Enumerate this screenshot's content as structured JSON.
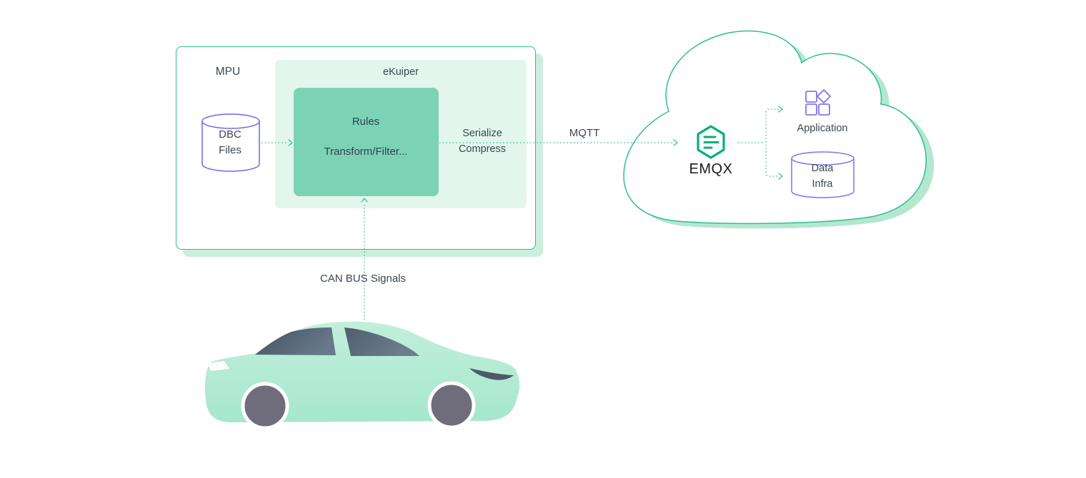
{
  "diagram": {
    "mpu": {
      "label": "MPU"
    },
    "ekuiper": {
      "label": "eKuiper"
    },
    "rules": {
      "title": "Rules",
      "subtitle": "Transform/Filter..."
    },
    "dbc_files": {
      "line1": "DBC",
      "line2": "Files"
    },
    "serialize": {
      "line1": "Serialize",
      "line2": "Compress"
    },
    "mqtt": {
      "label": "MQTT"
    },
    "emqx": {
      "label": "EMQX"
    },
    "application": {
      "label": "Application"
    },
    "data_infra": {
      "line1": "Data",
      "line2": "Infra"
    },
    "can_bus": {
      "label": "CAN BUS Signals"
    }
  },
  "icons": {
    "emqx_logo": "emqx-hexagon-logo-icon",
    "application": "app-squares-icon",
    "dbc_cylinder": "database-cylinder-icon",
    "data_infra_cylinder": "database-cylinder-icon",
    "cloud": "cloud-shape",
    "car": "car-illustration"
  },
  "colors": {
    "accent_green": "#2fbe8f",
    "ekuiper_bg": "#e3f6ee",
    "rules_fill": "#7cd2b5",
    "box_shadow_mint": "#cbeedd",
    "cloud_shadow_mint": "#b3e8cf",
    "connector_green": "#42c09b",
    "accent_purple": "#7b6cec",
    "emqx_brand_green": "#00b173",
    "text_dark": "#3c4750",
    "car_mint": "#b7ebd5",
    "window_slate": "#52616f",
    "wheel_gray": "#6f6c7c"
  }
}
